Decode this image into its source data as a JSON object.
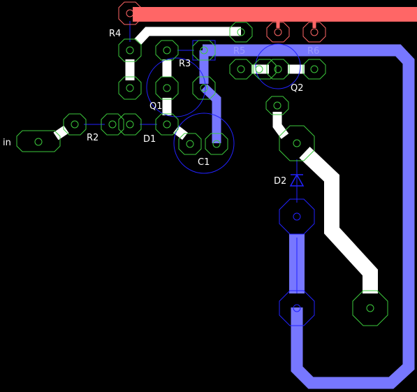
{
  "colors": {
    "background": "#000000",
    "trace_top": "#ffffff",
    "trace_bottom": "#7777ff",
    "trace_power": "#ff6666",
    "pad_outline": "#3cc93c",
    "pad_outline_power": "#ff6666",
    "component_outline": "#2222ff"
  },
  "labels": {
    "r4": "R4",
    "r3": "R3",
    "r5": "R5",
    "r6": "R6",
    "q1": "Q1",
    "q2": "Q2",
    "r2": "R2",
    "d1": "D1",
    "c1": "C1",
    "d2": "D2",
    "input": "in"
  }
}
